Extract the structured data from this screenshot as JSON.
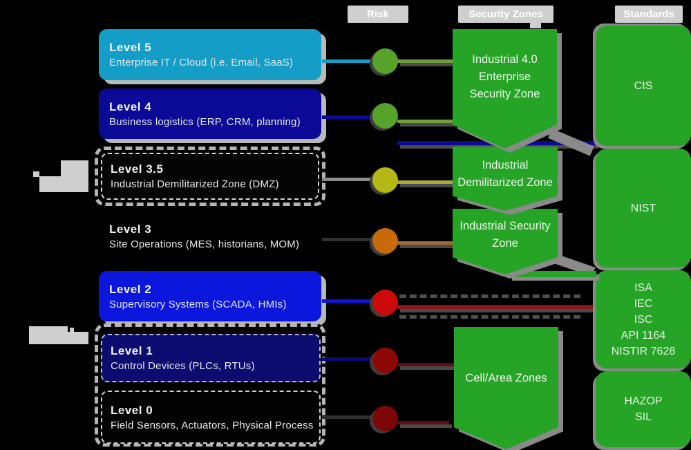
{
  "headers": {
    "risk": "Risk",
    "zones": "Security Zones",
    "standards": "Standards"
  },
  "levels": [
    {
      "title": "Level 5",
      "description": "Enterprise IT / Cloud (i.e. Email, SaaS)"
    },
    {
      "title": "Level 4",
      "description": "Business logistics (ERP, CRM, planning)"
    },
    {
      "title": "Level 3.5",
      "description": "Industrial Demilitarized Zone (DMZ)"
    },
    {
      "title": "Level 3",
      "description": "Site Operations (MES, historians, MOM)"
    },
    {
      "title": "Level 2",
      "description": "Supervisory Systems (SCADA, HMIs)"
    },
    {
      "title": "Level 1",
      "description": "Control Devices (PLCs, RTUs)"
    },
    {
      "title": "Level 0",
      "description": "Field Sensors, Actuators, Physical Process"
    }
  ],
  "zones": [
    {
      "lines": [
        "Industrial 4.0",
        "Enterprise",
        "Security Zone"
      ]
    },
    {
      "lines": [
        "Industrial",
        "Demilitarized Zone"
      ]
    },
    {
      "lines": [
        "Industrial Security",
        "Zone"
      ]
    },
    {
      "lines": [
        "Cell/Area Zones"
      ]
    }
  ],
  "standards": [
    {
      "items": [
        "CIS"
      ]
    },
    {
      "items": [
        "NIST"
      ]
    },
    {
      "items": [
        "ISA",
        "IEC",
        "ISC",
        "API 1164",
        "NISTIR 7628"
      ]
    },
    {
      "items": [
        "HAZOP",
        "SIL"
      ]
    }
  ],
  "colors": {
    "background": "#000000",
    "level5_box": "#149dc6",
    "level4_box": "#0a0a96",
    "level2_box": "#0b17dd",
    "level1_box": "#0b0b70",
    "zone_green": "#26a426",
    "dot_level5": "#56a32a",
    "dot_level4": "#56a32a",
    "dot_level35": "#b5b814",
    "dot_level3": "#c96a0a",
    "dot_level2": "#cc0a0a",
    "dot_level1": "#8f0808",
    "dot_level0": "#7d0606",
    "header_bg": "#cfcfcf",
    "shadow_gray": "#8a8a8a"
  }
}
